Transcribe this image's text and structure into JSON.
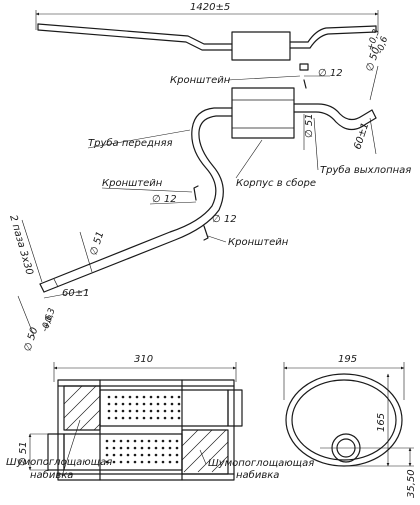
{
  "dimensions": {
    "overall_length": "1420±5",
    "bracket_dia_top": "∅ 12",
    "outlet_dia": "∅ 50",
    "outlet_dia_tol_plus": "+0,3",
    "outlet_dia_tol_minus": "-0,6",
    "pipe_dia_mid": "∅ 51",
    "outlet_len": "60±1",
    "bracket_dia_left": "∅ 12",
    "bracket_dia_right": "∅ 12",
    "front_pipe_dia": "∅ 51",
    "front_pipe_len": "60±1",
    "slots": "2 паза 3х30",
    "inlet_dia": "∅ 50",
    "inlet_tol_plus": "+0,3",
    "inlet_tol_minus": "-0,6",
    "muffler_length": "310",
    "muffler_width": "195",
    "muffler_height": "165",
    "outlet_offset": "35,50",
    "section_pipe_dia": "∅ 51"
  },
  "labels": {
    "bracket_top": "Кронштейн",
    "front_pipe": "Труба передняя",
    "bracket_left": "Кронштейн",
    "assembly_body": "Корпус в сборе",
    "exhaust_pipe": "Труба выхлопная",
    "bracket_bottom": "Кронштейн",
    "absorber_left_line1": "Шумопоглощающая",
    "absorber_left_line2": "набивка",
    "absorber_right_line1": "Шумопоглощающая",
    "absorber_right_line2": "набивка"
  }
}
